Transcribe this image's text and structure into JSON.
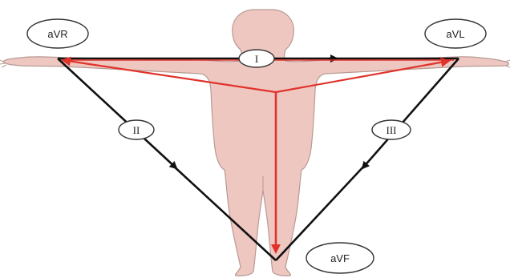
{
  "diagram": {
    "title": "",
    "labels": {
      "aVR": "aVR",
      "aVL": "aVL",
      "aVF": "aVF",
      "lead_I": "I",
      "lead_II": "II",
      "lead_III": "III"
    },
    "colors": {
      "body": "#efc7c1",
      "body_outline": "#b89a94",
      "bipolar_lead_line": "#111111",
      "augmented_lead_line": "#e0332b"
    }
  }
}
